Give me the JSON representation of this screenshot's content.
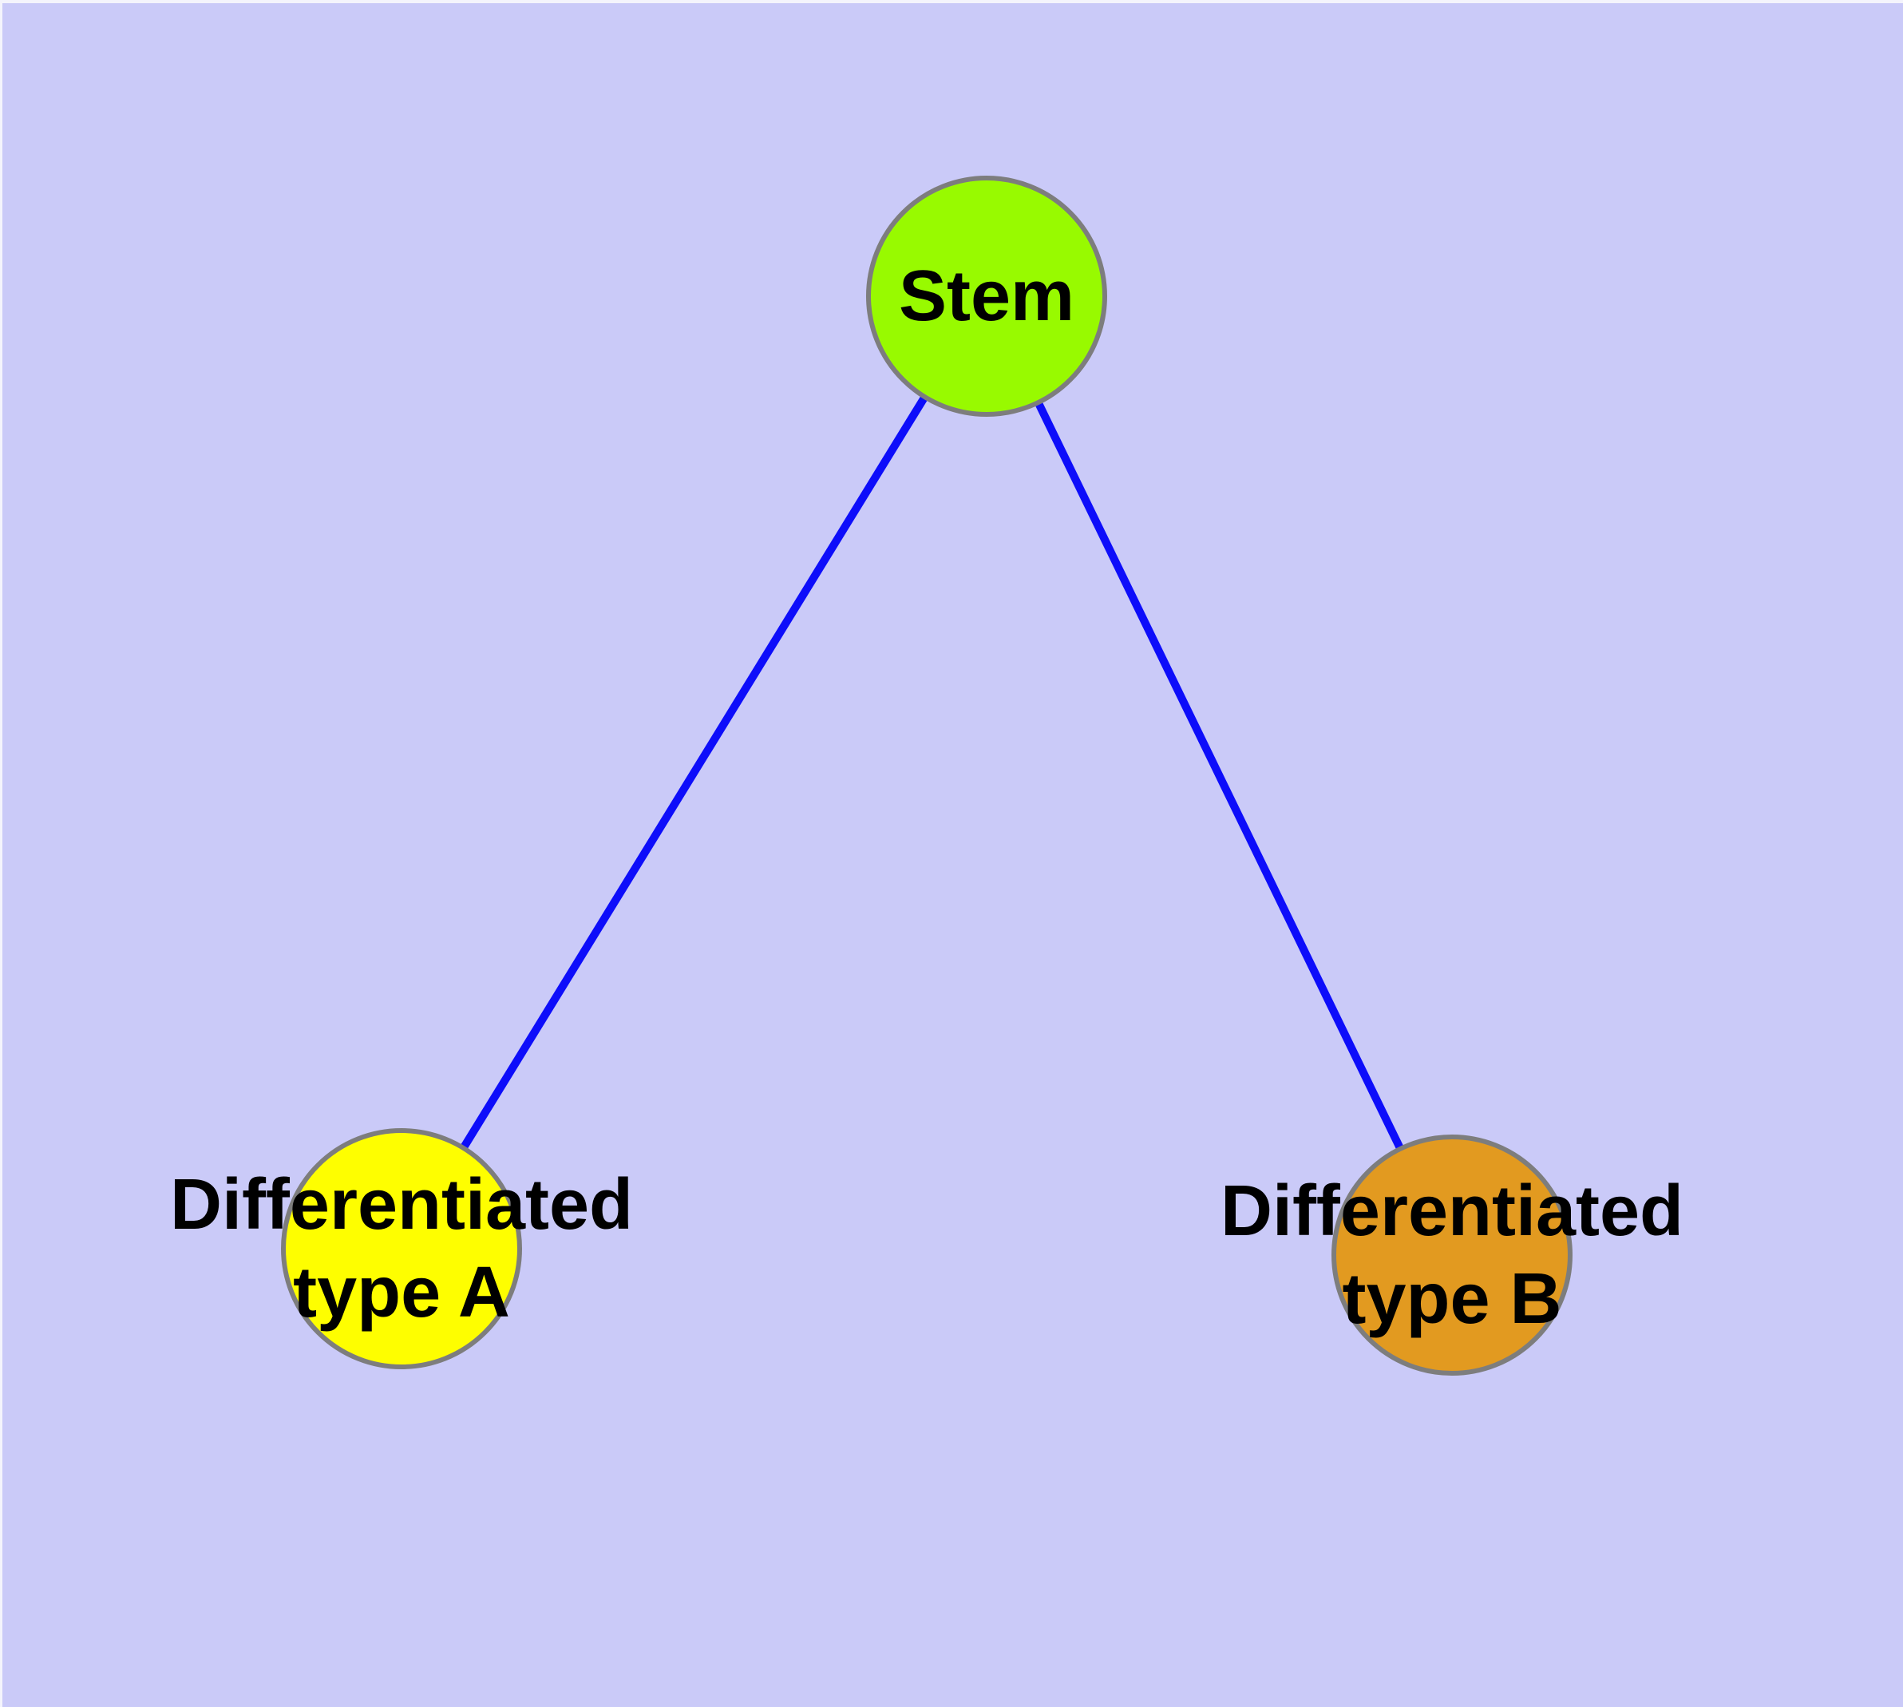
{
  "diagram": {
    "title": "",
    "background_color": "#cacaf8",
    "frame_highlight_color": "#f4f4fc",
    "edge_color": "#0d0dfa",
    "node_border_color": "#7d7d7d",
    "label_color": "#000000",
    "nodes": [
      {
        "id": "stem",
        "lines": [
          "Stem",
          ""
        ],
        "fill": "#98fa00"
      },
      {
        "id": "differentiated-type-a",
        "lines": [
          "Differentiated",
          "type A"
        ],
        "fill": "#fefe00"
      },
      {
        "id": "differentiated-type-b",
        "lines": [
          "Differentiated",
          "type B"
        ],
        "fill": "#e29a20"
      }
    ],
    "edges": [
      {
        "from": "Stem",
        "to": "Differentiated type A"
      },
      {
        "from": "Stem",
        "to": "Differentiated type B"
      }
    ]
  }
}
